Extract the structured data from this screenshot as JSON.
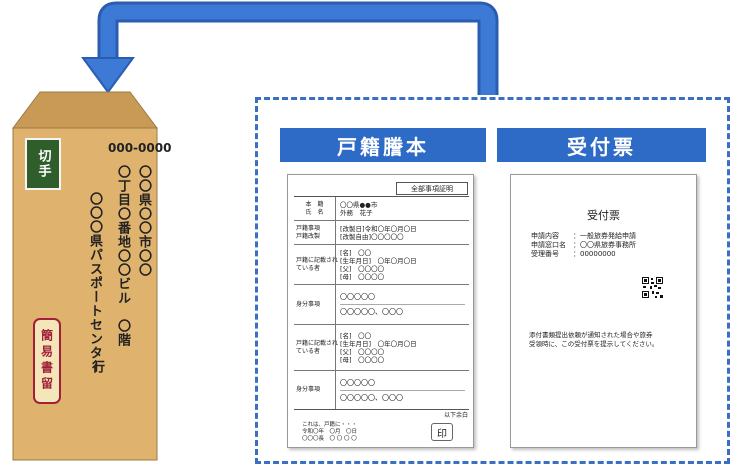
{
  "envelope": {
    "stamp": "切手",
    "postal_code": "000-0000",
    "address_line1": "〇〇県〇〇市〇〇",
    "address_line2": "〇丁目〇番地〇〇ビル　〇階",
    "recipient": "〇〇〇県パスポートセンター",
    "honorific": "行",
    "registered_label": "簡易書留",
    "colors": {
      "body": "#dfb36e",
      "flap": "#c99a55",
      "stamp": "#2f5e2b",
      "registered": "#a0203a"
    }
  },
  "panel": {
    "koseki_title": "戸籍謄本",
    "receipt_title": "受付票",
    "accent_color": "#2e6bc6"
  },
  "koseki_doc": {
    "cert_label": "全部事項証明",
    "rows": [
      {
        "label": [
          "本　籍",
          "氏　名"
        ],
        "values": [
          "〇〇県●●市",
          "外務　花子"
        ]
      },
      {
        "label": [
          "戸籍事項",
          "戸籍改製"
        ],
        "values": [
          "[改製日]令和〇年〇月〇日",
          "[改製自由]〇〇〇〇〇"
        ]
      },
      {
        "label": [
          "戸籍に記載され",
          "ている者"
        ],
        "values": [
          "[名]　〇〇",
          "[生年月日]　〇年〇月〇日",
          "[父]　〇〇〇〇",
          "[母]　〇〇〇〇"
        ]
      },
      {
        "label": [
          "身分事項"
        ],
        "items": [
          "〇〇〇〇〇",
          "〇〇〇〇〇、〇〇〇"
        ]
      },
      {
        "label": [
          "戸籍に記載され",
          "ている者"
        ],
        "values": [
          "[名]　〇〇",
          "[生年月日]　〇年〇月〇日",
          "[父]　〇〇〇〇",
          "[母]　〇〇〇〇"
        ]
      },
      {
        "label": [
          "身分事項"
        ],
        "items": [
          "〇〇〇〇〇",
          "〇〇〇〇〇、〇〇〇"
        ]
      }
    ],
    "end_note": "以下余白",
    "footer": [
      "これは、戸籍に・・・",
      "令和〇年　〇月　〇日",
      "〇〇〇長　〇 〇 〇 〇"
    ],
    "seal": "印"
  },
  "receipt_doc": {
    "title": "受付票",
    "fields": [
      {
        "label": "申請内容",
        "value": "：一般旅券発給申請"
      },
      {
        "label": "申請窓口名",
        "value": "：〇〇県旅券事務所"
      },
      {
        "label": "受理番号",
        "value": "：00000000"
      }
    ],
    "note": [
      "添付書類提出依頼が通知された場合や旅券",
      "受領時に、この受付票を提示してください。"
    ]
  }
}
